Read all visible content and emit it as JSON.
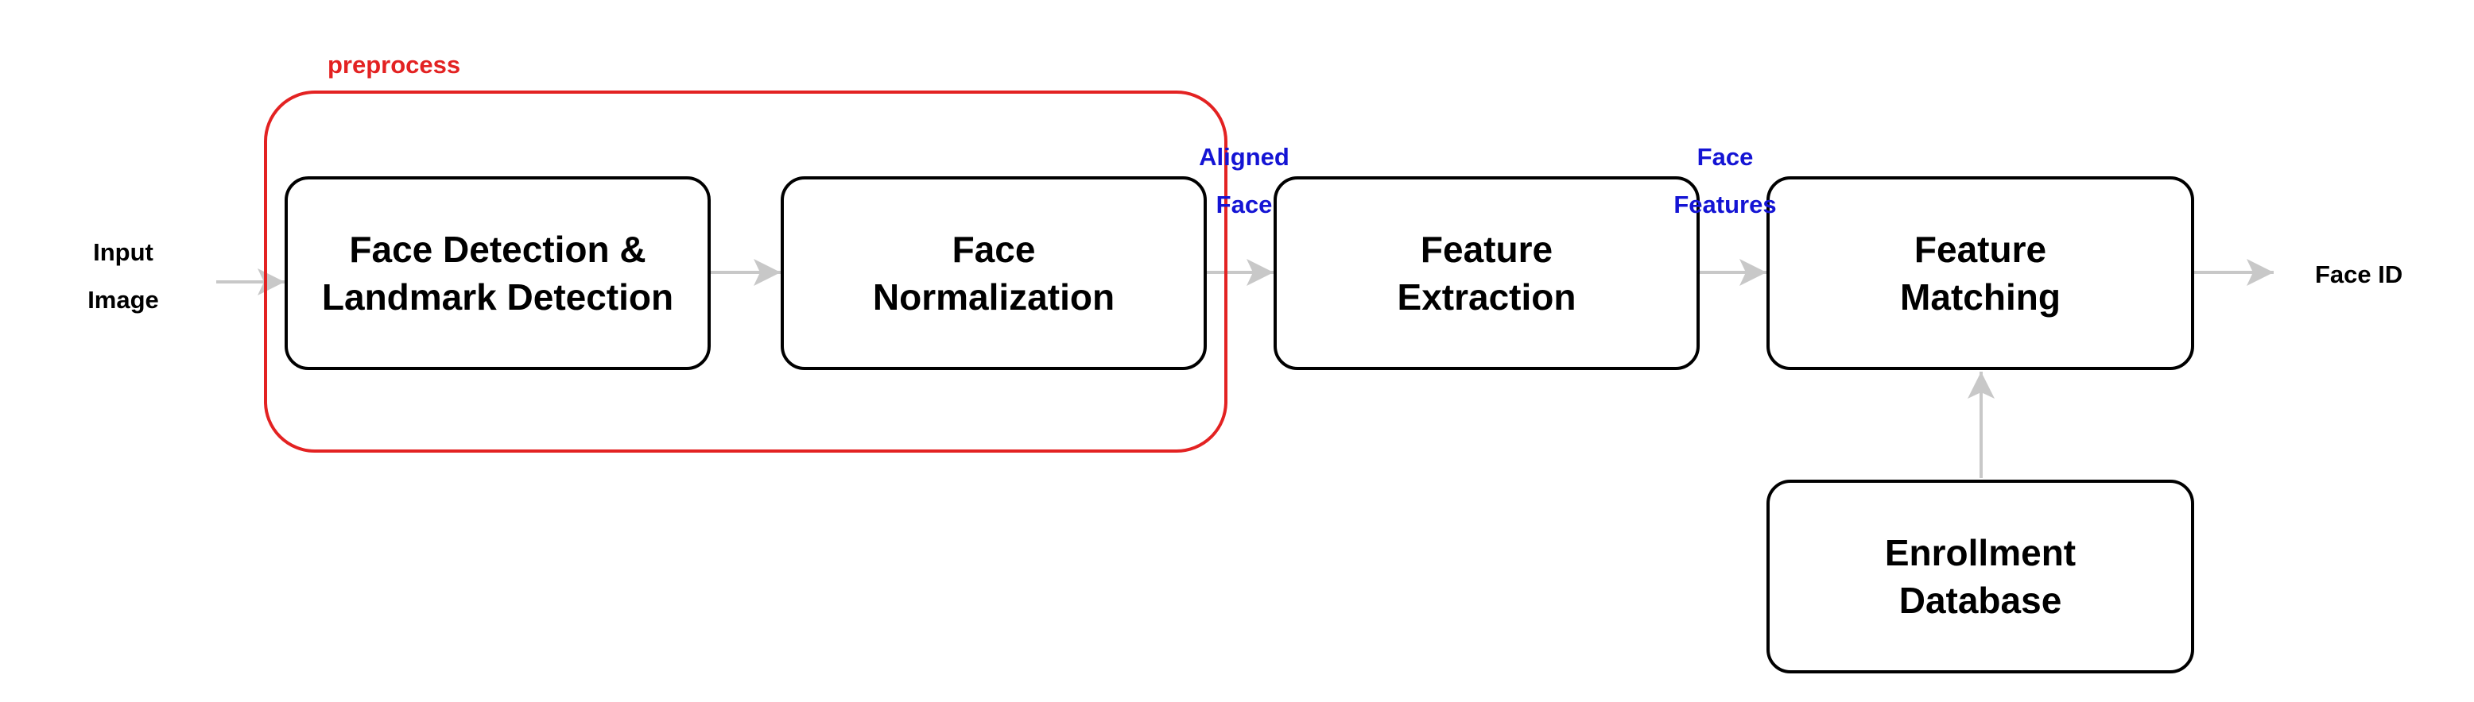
{
  "group": {
    "label": "preprocess",
    "border_color": "#e32222"
  },
  "nodes": {
    "face_detection": {
      "line1": "Face Detection &",
      "line2": "Landmark Detection"
    },
    "face_normalization": {
      "line1": "Face",
      "line2": "Normalization"
    },
    "feature_extraction": {
      "line1": "Feature",
      "line2": "Extraction"
    },
    "feature_matching": {
      "line1": "Feature",
      "line2": "Matching"
    },
    "enrollment_database": {
      "line1": "Enrollment",
      "line2": "Database"
    }
  },
  "labels": {
    "input_image": {
      "line1": "Input",
      "line2": "Image"
    },
    "aligned_face": {
      "line1": "Aligned",
      "line2": "Face"
    },
    "face_features": {
      "line1": "Face",
      "line2": "Features"
    },
    "face_id": "Face ID"
  },
  "colors": {
    "edge_label": "#1414d4",
    "arrow": "#c8c8c8",
    "node_border": "#000000"
  },
  "icons": {
    "arrow": "arrow-right-icon"
  }
}
